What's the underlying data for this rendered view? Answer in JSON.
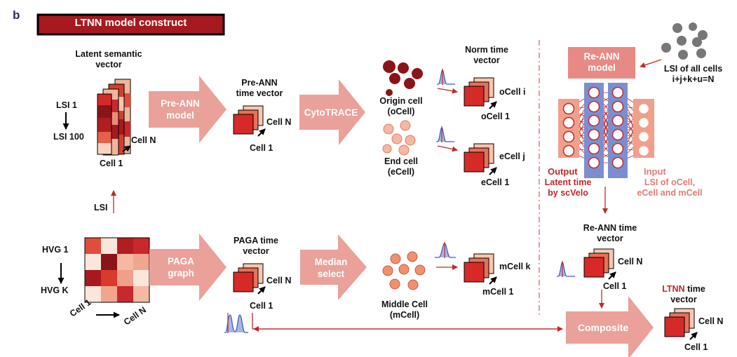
{
  "panel_letter": "b",
  "title": "LTNN model construct",
  "latent_vector": {
    "title_line1": "Latent semantic",
    "title_line2": "vector",
    "row_top": "LSI 1",
    "row_bottom": "LSI 100",
    "col_right": "Cell N",
    "col_left": "Cell 1"
  },
  "lsi_label": "LSI",
  "hvg_matrix": {
    "row_top": "HVG 1",
    "row_bottom": "HVG K",
    "col_left": "Cell 1",
    "col_right": "Cell N"
  },
  "pre_ann_arrow": {
    "line1": "Pre-ANN",
    "line2": "model"
  },
  "pre_ann_vector": {
    "title_line1": "Pre-ANN",
    "title_line2": "time vector",
    "top": "Cell N",
    "bottom": "Cell 1"
  },
  "cytotrace_arrow": "CytoTRACE",
  "origin_cell": {
    "line1": "Origin cell",
    "line2": "(oCell)"
  },
  "end_cell": {
    "line1": "End cell",
    "line2": "(eCell)"
  },
  "norm_vector": {
    "title_line1": "Norm time",
    "title_line2": "vector",
    "o_top": "oCell i",
    "o_bottom": "oCell 1",
    "e_top": "eCell j",
    "e_bottom": "eCell 1"
  },
  "paga_arrow": {
    "line1": "PAGA",
    "line2": "graph"
  },
  "paga_vector": {
    "title_line1": "PAGA time",
    "title_line2": "vector",
    "top": "Cell N",
    "bottom": "Cell 1"
  },
  "median_arrow": {
    "line1": "Median",
    "line2": "select"
  },
  "middle_cell": {
    "line1": "Middle Cell",
    "line2": "(mCell)"
  },
  "m_vector": {
    "top": "mCell k",
    "bottom": "mCell 1"
  },
  "re_ann": {
    "box_line1": "Re-ANN",
    "box_line2": "model",
    "all_cells_line1": "LSI of all cells",
    "all_cells_line2": "i+j+k+u=N",
    "output": "Output",
    "latent_line1": "Latent time",
    "latent_line2": "by scVelo",
    "input": "Input",
    "input_desc_line1": "LSI of oCell,",
    "input_desc_line2": "eCell and mCell"
  },
  "re_ann_vector": {
    "title_line1": "Re-ANN time",
    "title_line2": "vector",
    "top": "Cell N",
    "bottom": "Cell 1"
  },
  "composite_arrow": "Composite",
  "ltnn_vector": {
    "title_line1_red": "LTNN",
    "title_line1_rest": " time",
    "title_line2": "vector",
    "top": "Cell N",
    "bottom": "Cell 1"
  },
  "colors": {
    "dark_red": "#a6191e",
    "red": "#c9282c",
    "pink_arrow": "#e9a19a",
    "pink_box": "#e88a84",
    "salmon": "#f0b59a",
    "peach": "#f5c6b0",
    "dot_gray": "#777777",
    "blue_dist": "#6077c4",
    "nn_bar": "#7b8fd0"
  }
}
